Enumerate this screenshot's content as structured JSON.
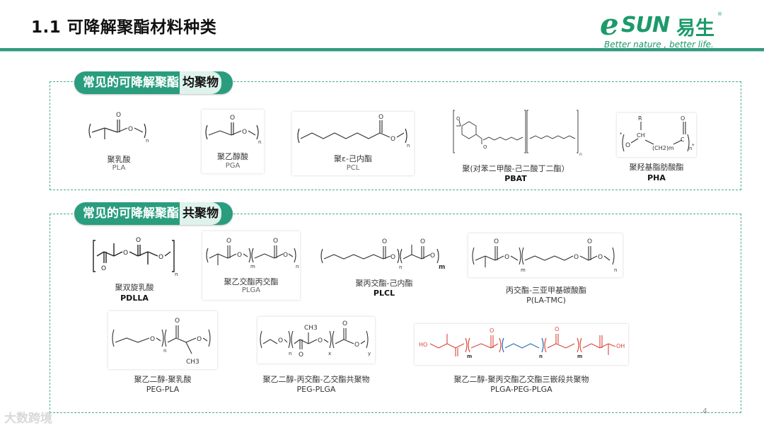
{
  "title": "1.1 可降解聚酯材料种类",
  "logo": {
    "mark": "e",
    "word": "SUN",
    "cn": "易生",
    "reg": "®",
    "slogan": "Better nature , better life."
  },
  "colors": {
    "accent": "#2a9d7e",
    "dash": "#4aaa90",
    "red": "#d9463b",
    "blue": "#2c6fb9"
  },
  "sections": {
    "homo": {
      "label_prefix": "常见的可降解聚酯",
      "label_highlight": "均聚物",
      "items": [
        {
          "id": "pla",
          "cn": "聚乳酸",
          "en": "PLA"
        },
        {
          "id": "pga",
          "cn": "聚乙醇酸",
          "en": "PGA"
        },
        {
          "id": "pcl",
          "cn": "聚ε-己内酯",
          "en": "PCL"
        },
        {
          "id": "pbat",
          "cn": "聚(对苯二甲酸-己二酸丁二酯）",
          "en": "PBAT"
        },
        {
          "id": "pha",
          "cn": "聚羟基脂肪酸酯",
          "en": "PHA"
        }
      ]
    },
    "co": {
      "label_prefix": "常见的可降解聚酯",
      "label_highlight": "共聚物",
      "items": [
        {
          "id": "pdlla",
          "cn": "聚双旋乳酸",
          "en": "PDLLA"
        },
        {
          "id": "plga",
          "cn": "聚乙交酯丙交酯",
          "en": "PLGA"
        },
        {
          "id": "plcl",
          "cn": "聚丙交酯-己内酯",
          "en": "PLCL"
        },
        {
          "id": "latmc",
          "cn": "丙交酯-三亚甲基碳酸酯",
          "en": "P(LA-TMC)"
        },
        {
          "id": "pegpla",
          "cn": "聚乙二醇-聚乳酸",
          "en": "PEG-PLA"
        },
        {
          "id": "pegplga",
          "cn": "聚乙二醇-丙交酯-乙交酯共聚物",
          "en": "PEG-PLGA"
        },
        {
          "id": "triblock",
          "cn": "聚乙二醇-聚丙交酯乙交酯三嵌段共聚物",
          "en": "PLGA-PEG-PLGA"
        }
      ]
    }
  },
  "structure_labels": {
    "sub_n": "n",
    "sub_m": "m",
    "sub_x": "x",
    "sub_y": "y",
    "atom_o": "O",
    "atom_c": "C",
    "atom_r": "R",
    "atom_h": "H",
    "atom_ch": "CH",
    "ch2m": "(CH2)m",
    "ch3": "CH3",
    "oh": "OH",
    "ho": "HO",
    "star": "*"
  },
  "page_number": "4",
  "watermark": "大数跨境"
}
